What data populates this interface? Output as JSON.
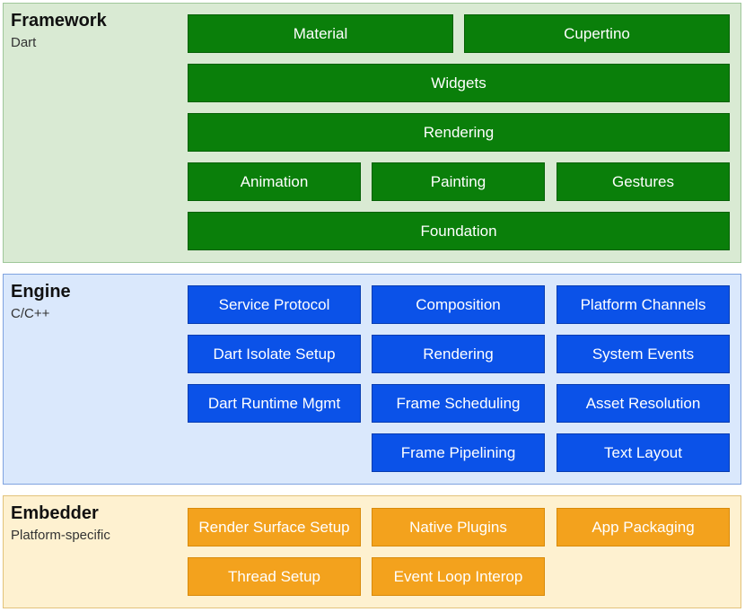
{
  "framework": {
    "title": "Framework",
    "subtitle": "Dart",
    "color": "#0a7f0a",
    "boxes": [
      "Material",
      "Cupertino",
      "Widgets",
      "Rendering",
      "Animation",
      "Painting",
      "Gestures",
      "Foundation"
    ]
  },
  "engine": {
    "title": "Engine",
    "subtitle": "C/C++",
    "color": "#0b52e8",
    "boxes": [
      "Service Protocol",
      "Composition",
      "Platform Channels",
      "Dart Isolate Setup",
      "Rendering",
      "System Events",
      "Dart Runtime Mgmt",
      "Frame Scheduling",
      "Asset Resolution",
      "Frame Pipelining",
      "Text Layout"
    ]
  },
  "embedder": {
    "title": "Embedder",
    "subtitle": "Platform-specific",
    "color": "#f3a21d",
    "boxes": [
      "Render Surface Setup",
      "Native Plugins",
      "App Packaging",
      "Thread Setup",
      "Event Loop Interop"
    ]
  }
}
